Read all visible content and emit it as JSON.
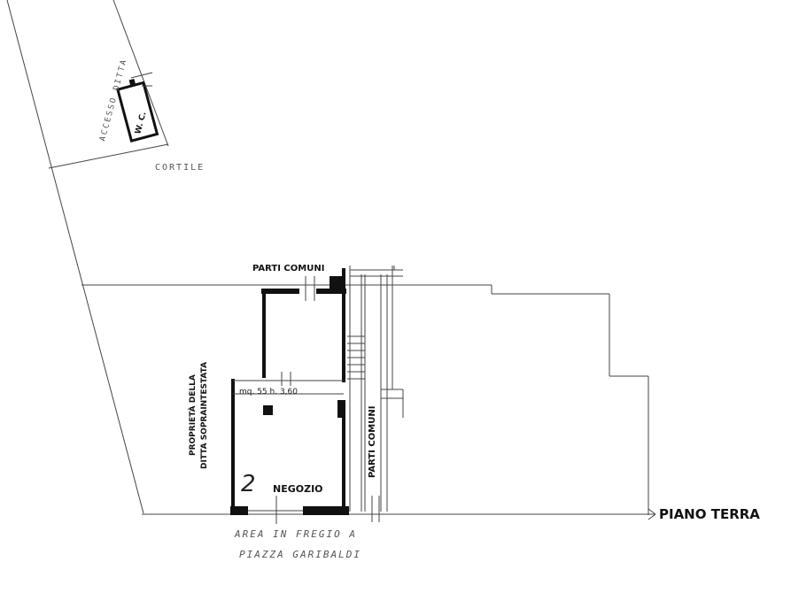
{
  "labels": {
    "accesso_ditta": "ACCESSO DITTA",
    "wc": "W. C.",
    "cortile": "CORTILE",
    "parti_comuni_top": "PARTI COMUNI",
    "parti_comuni_side": "PARTI COMUNI",
    "proprieta_line1": "PROPRIETÀ DELLA",
    "proprieta_line2": "DITTA SOPRAINTESTATA",
    "area_info": "mq. 55 h. 3,60",
    "unit_number": "2",
    "negozio": "NEGOZIO",
    "piano_terra": "PIANO TERRA",
    "bottom_line1": "AREA IN FREGIO A",
    "bottom_line2": "PIAZZA GARIBALDI"
  }
}
